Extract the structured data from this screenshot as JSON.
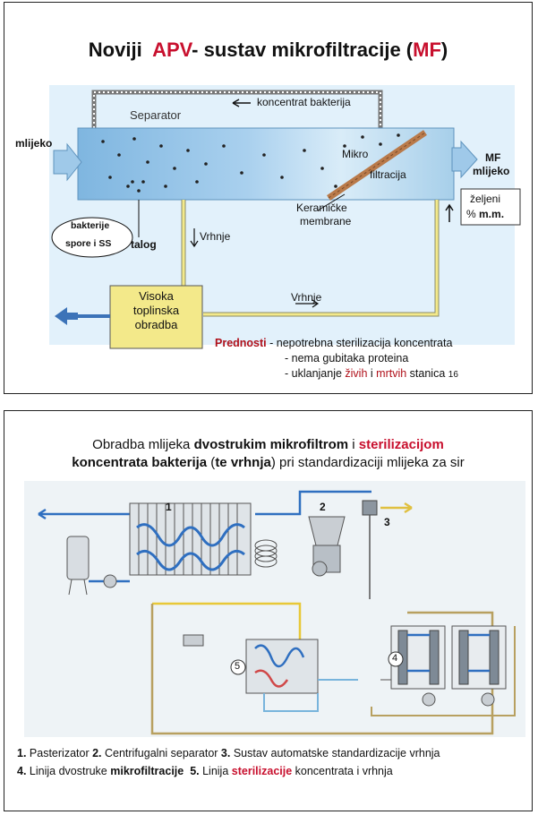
{
  "slide1": {
    "title_prefix": "Noviji",
    "title_apv": "APV",
    "title_middle": "- sustav mikrofiltracije (",
    "title_mf": "MF",
    "title_suffix": ")",
    "labels": {
      "koncentrat": "koncentrat bakterija",
      "separator": "Separator",
      "mlijeko": "mlijeko",
      "mikro": "Mikro",
      "filtracija": "filtracija",
      "mf": "MF",
      "mf_mlijeko": "mlijeko",
      "keramicke": "Keramičke",
      "membrane": "membrane",
      "zeljeni": "željeni",
      "mm_percent": "% ",
      "mm": "m.m.",
      "bakterije": "bakterije",
      "spore": "spore i SS",
      "talog": "talog",
      "vrhnje1": "Vrhnje",
      "vrhnje2": "Vrhnje",
      "visoka": "Visoka",
      "toplinska": "toplinska",
      "obradba": "obradba"
    },
    "advantages": {
      "heading": "Prednosti",
      "item1": " - nepotrebna sterilizacija koncentrata",
      "item2": "- nema gubitaka proteina",
      "item3_pre": "- uklanjanje ",
      "item3_zivih": "živih",
      "item3_mid": " i ",
      "item3_mrtvih": "mrtvih",
      "item3_post": " stanica",
      "page_number": "16"
    },
    "colors": {
      "accent_red": "#c8102e",
      "pipe_yellow": "#f3e98a",
      "vessel_blue": "#9fc9e9"
    }
  },
  "slide2": {
    "title_line1_pre": "Obradba mlijeka ",
    "title_line1_bold": "dvostrukim mikrofiltrom",
    "title_line1_mid": " i ",
    "title_line1_red": "sterilizacijom",
    "title_line2_bold1": "koncentrata bakterija",
    "title_line2_mid": " (",
    "title_line2_bold2": "te vrhnja",
    "title_line2_post": ") pri standardizaciji mlijeka za sir",
    "numbers": {
      "n1": "1",
      "n2": "2",
      "n3": "3",
      "n4": "4",
      "n5": "5"
    },
    "legend": {
      "l1_num": "1.",
      "l1_text": " Pasterizator ",
      "l2_num": "2.",
      "l2_text": " Centrifugalni separator ",
      "l3_num": "3.",
      "l3_text": " Sustav automatske standardizacije vrhnja",
      "l4_num": "4.",
      "l4_text": " Linija dvostruke ",
      "l4_bold": "mikrofiltracije",
      "l5_num": "5.",
      "l5_text": " Linija ",
      "l5_red": "sterilizacije",
      "l5_post": " koncentrata i vrhnja"
    }
  }
}
